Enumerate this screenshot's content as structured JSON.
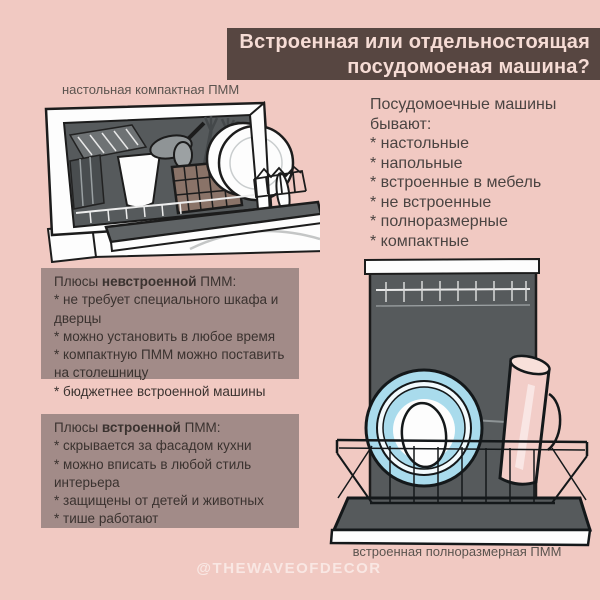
{
  "colors": {
    "background": "#f1c9c2",
    "title_bg": "#574641",
    "title_text": "#f6dcd5",
    "box_bg": "#a28b88",
    "box_text": "#3a322f",
    "list_text": "#4b4442",
    "label_text": "#5b544f",
    "machine_interior": "#565a5c",
    "plate_blue": "#a9dbec",
    "glass_pink": "#f2cdc8",
    "basket_brown": "#8a7368",
    "watermark_text": "rgba(255,255,255,0.55)"
  },
  "title": {
    "line1": "Встроенная или отдельностоящая",
    "line2": "посудомоеная машина?"
  },
  "labels": {
    "top_machine": "настольная компактная ПММ",
    "bottom_machine": "встроенная полноразмерная ПММ"
  },
  "types_list": {
    "heading": "Посудомоечные машины бывают:",
    "items": [
      "* настольные",
      "* напольные",
      "* встроенные в мебель",
      "* не встроенные",
      "* полноразмерные",
      "* компактные"
    ]
  },
  "pros_freestanding": {
    "title_prefix": "Плюсы ",
    "title_bold": "невстроенной",
    "title_suffix": " ПММ:",
    "items": [
      "* не требует специального шкафа и дверцы",
      "* можно установить в любое время",
      "* компактную ПММ можно поставить на столешницу",
      "* бюджетнее встроенной машины"
    ]
  },
  "pros_builtin": {
    "title_prefix": "Плюсы ",
    "title_bold": "встроенной",
    "title_suffix": " ПММ:",
    "items": [
      "* скрывается за фасадом кухни",
      "* можно вписать в любой стиль интерьера",
      "* защищены от детей и животных",
      "* тише работают"
    ]
  },
  "watermark": "@THEWAVEOFDECOR",
  "illustrations": {
    "top": "compact-countertop-dishwasher-drawing",
    "bottom": "built-in-full-size-dishwasher-drawing"
  }
}
